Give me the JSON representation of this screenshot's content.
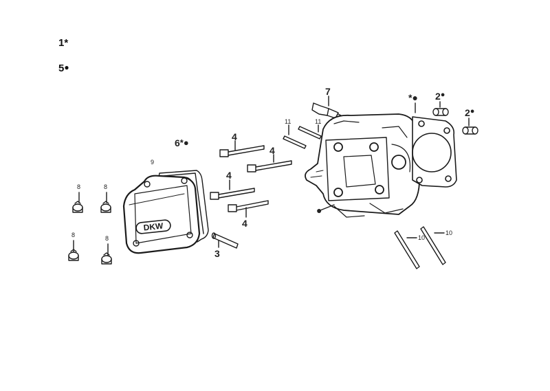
{
  "legend": [
    {
      "number": "1",
      "symbol": "*"
    },
    {
      "number": "5",
      "symbol": "●"
    }
  ],
  "callouts": {
    "c1": {
      "number": "2",
      "symbol": "●"
    },
    "c2": {
      "number": "2",
      "symbol": "●"
    },
    "c3": {
      "number": "3",
      "symbol": ""
    },
    "c4a": {
      "number": "4",
      "symbol": ""
    },
    "c4b": {
      "number": "4",
      "symbol": ""
    },
    "c4c": {
      "number": "4",
      "symbol": ""
    },
    "c4d": {
      "number": "4",
      "symbol": ""
    },
    "c6": {
      "number": "6",
      "symbol": "*●"
    },
    "c7": {
      "number": "7",
      "symbol": ""
    },
    "c8a": {
      "number": "8",
      "symbol": ""
    },
    "c8b": {
      "number": "8",
      "symbol": ""
    },
    "c8c": {
      "number": "8",
      "symbol": ""
    },
    "c8d": {
      "number": "8",
      "symbol": ""
    },
    "c9": {
      "number": "9",
      "symbol": ""
    },
    "c10a": {
      "number": "10",
      "symbol": ""
    },
    "c10b": {
      "number": "10",
      "symbol": ""
    },
    "c11a": {
      "number": "11",
      "symbol": ""
    },
    "c11b": {
      "number": "11",
      "symbol": ""
    },
    "gasket_mark": {
      "number": "",
      "symbol": "*●"
    },
    "head_mark": {
      "number": "",
      "symbol": "●"
    }
  },
  "cover_logo": "DKW"
}
